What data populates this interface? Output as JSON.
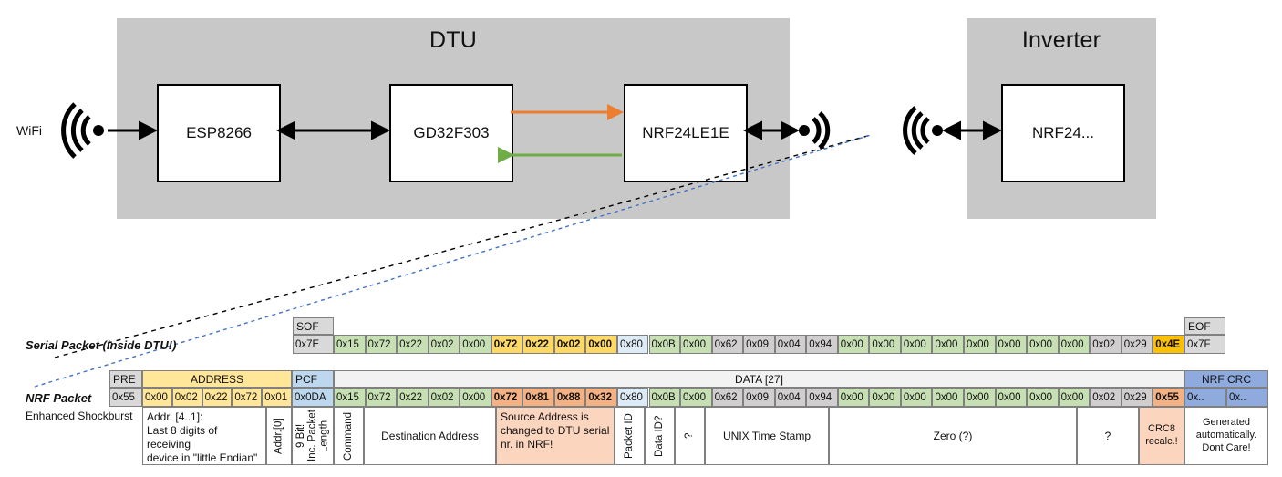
{
  "diagram": {
    "dtu": {
      "title": "DTU",
      "chips": [
        {
          "label": "ESP8266"
        },
        {
          "label": "GD32F303"
        },
        {
          "label": "NRF24LE1E"
        }
      ],
      "wifi_label": "WiFi"
    },
    "inverter": {
      "title": "Inverter",
      "chips": [
        {
          "label": "NRF24..."
        }
      ]
    },
    "colors": {
      "orange_arrow": "#ED7D31",
      "green_arrow": "#70AD47",
      "black_arrow": "#000000",
      "enclosure": "#C8C8C8"
    }
  },
  "serial_packet": {
    "label": "Serial Packet (inside DTU!)",
    "sof_header": "SOF",
    "eof_header": "EOF",
    "sof_value": "0x7E",
    "eof_value": "0x7F",
    "bytes": [
      {
        "v": "0x15",
        "c": "green",
        "bold": false
      },
      {
        "v": "0x72",
        "c": "green",
        "bold": false
      },
      {
        "v": "0x22",
        "c": "green",
        "bold": false
      },
      {
        "v": "0x02",
        "c": "green",
        "bold": false
      },
      {
        "v": "0x00",
        "c": "green",
        "bold": false
      },
      {
        "v": "0x72",
        "c": "yellow",
        "bold": true
      },
      {
        "v": "0x22",
        "c": "yellow",
        "bold": true
      },
      {
        "v": "0x02",
        "c": "yellow",
        "bold": true
      },
      {
        "v": "0x00",
        "c": "yellow",
        "bold": true
      },
      {
        "v": "0x80",
        "c": "blue",
        "bold": false
      },
      {
        "v": "0x0B",
        "c": "green",
        "bold": false
      },
      {
        "v": "0x00",
        "c": "green",
        "bold": false
      },
      {
        "v": "0x62",
        "c": "gray",
        "bold": false
      },
      {
        "v": "0x09",
        "c": "gray",
        "bold": false
      },
      {
        "v": "0x04",
        "c": "gray",
        "bold": false
      },
      {
        "v": "0x94",
        "c": "gray",
        "bold": false
      },
      {
        "v": "0x00",
        "c": "green",
        "bold": false
      },
      {
        "v": "0x00",
        "c": "green",
        "bold": false
      },
      {
        "v": "0x00",
        "c": "green",
        "bold": false
      },
      {
        "v": "0x00",
        "c": "green",
        "bold": false
      },
      {
        "v": "0x00",
        "c": "green",
        "bold": false
      },
      {
        "v": "0x00",
        "c": "green",
        "bold": false
      },
      {
        "v": "0x00",
        "c": "green",
        "bold": false
      },
      {
        "v": "0x00",
        "c": "green",
        "bold": false
      },
      {
        "v": "0x02",
        "c": "gray",
        "bold": false
      },
      {
        "v": "0x29",
        "c": "gray",
        "bold": false
      },
      {
        "v": "0x4E",
        "c": "gold",
        "bold": true
      }
    ]
  },
  "nrf_packet": {
    "label": "NRF Packet",
    "sublabel": "Enhanced Shockburst",
    "headers": {
      "pre": "PRE",
      "address": "ADDRESS",
      "pcf": "PCF",
      "data": "DATA [27]",
      "crc": "NRF CRC"
    },
    "pre_value": "0x55",
    "address_values": [
      "0x00",
      "0x02",
      "0x22",
      "0x72",
      "0x01"
    ],
    "pcf_value": "0x0DA",
    "crc_values": [
      "0x..",
      "0x.."
    ],
    "bytes": [
      {
        "v": "0x15",
        "c": "green",
        "bold": false
      },
      {
        "v": "0x72",
        "c": "green",
        "bold": false
      },
      {
        "v": "0x22",
        "c": "green",
        "bold": false
      },
      {
        "v": "0x02",
        "c": "green",
        "bold": false
      },
      {
        "v": "0x00",
        "c": "green",
        "bold": false
      },
      {
        "v": "0x72",
        "c": "orange",
        "bold": true
      },
      {
        "v": "0x81",
        "c": "orange",
        "bold": true
      },
      {
        "v": "0x88",
        "c": "orange",
        "bold": true
      },
      {
        "v": "0x32",
        "c": "orange",
        "bold": true
      },
      {
        "v": "0x80",
        "c": "blue",
        "bold": false
      },
      {
        "v": "0x0B",
        "c": "green",
        "bold": false
      },
      {
        "v": "0x00",
        "c": "green",
        "bold": false
      },
      {
        "v": "0x62",
        "c": "gray",
        "bold": false
      },
      {
        "v": "0x09",
        "c": "gray",
        "bold": false
      },
      {
        "v": "0x04",
        "c": "gray",
        "bold": false
      },
      {
        "v": "0x94",
        "c": "gray",
        "bold": false
      },
      {
        "v": "0x00",
        "c": "green",
        "bold": false
      },
      {
        "v": "0x00",
        "c": "green",
        "bold": false
      },
      {
        "v": "0x00",
        "c": "green",
        "bold": false
      },
      {
        "v": "0x00",
        "c": "green",
        "bold": false
      },
      {
        "v": "0x00",
        "c": "green",
        "bold": false
      },
      {
        "v": "0x00",
        "c": "green",
        "bold": false
      },
      {
        "v": "0x00",
        "c": "green",
        "bold": false
      },
      {
        "v": "0x00",
        "c": "green",
        "bold": false
      },
      {
        "v": "0x02",
        "c": "gray",
        "bold": false
      },
      {
        "v": "0x29",
        "c": "gray",
        "bold": false
      },
      {
        "v": "0x55",
        "c": "orange",
        "bold": true
      }
    ],
    "descriptions": {
      "address_note": "Addr. [4..1]:\nLast 8 digits of receiving\ndevice in \"little Endian\"",
      "addr0": "Addr.[0]",
      "packet_length": "9 Bit!\nInc. Packet\nLength",
      "command": "Command",
      "destination_address": "Destination Address",
      "source_address_note": "Source Address is\nchanged to DTU serial\nnr. in NRF!",
      "packet_id": "Packet ID",
      "data_id": "Data ID?",
      "unknown1": "?",
      "unix_time_stamp": "UNIX Time Stamp",
      "zero": "Zero (?)",
      "unknown2": "?",
      "crc8": "CRC8 recalc.!",
      "crc_note": "Generated\nautomatically.\nDont Care!"
    }
  },
  "palette": {
    "green": "#C6E0B4",
    "yellow": "#FFD966",
    "gold": "#FFC000",
    "blue": "#DDEBF7",
    "gray": "#D0CECE",
    "orange": "#F4B183",
    "header_gray": "#D9D9D9",
    "address_yellow": "#FFE699",
    "pcf_blue": "#BDD7EE",
    "data_band": "#F2F2F2",
    "crc_blue": "#8FAADC"
  }
}
